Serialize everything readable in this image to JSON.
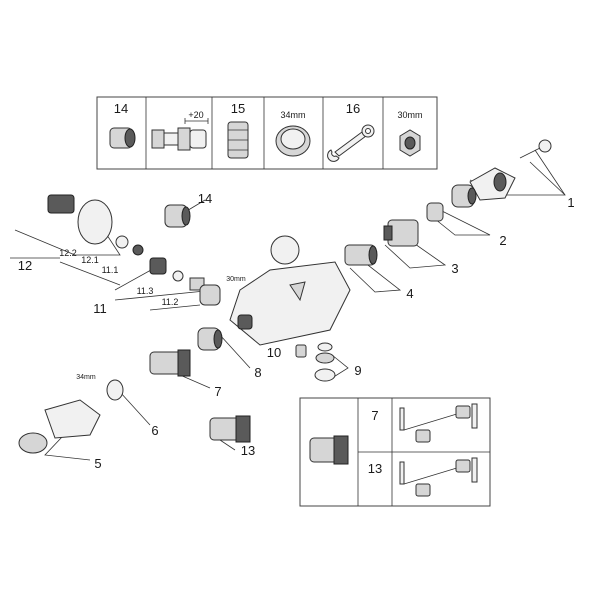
{
  "colors": {
    "line": "#333333",
    "part": "#d6d6d6",
    "part_dark": "#5a5a5a",
    "background": "#ffffff"
  },
  "accessory_box": {
    "cells": [
      {
        "label": "14",
        "note": ""
      },
      {
        "label": "",
        "note": "+20"
      },
      {
        "label": "15",
        "note": ""
      },
      {
        "label": "",
        "note": "34mm"
      },
      {
        "label": "16",
        "note": ""
      },
      {
        "label": "",
        "note": "30mm"
      }
    ]
  },
  "callouts": {
    "c1": "1",
    "c2": "2",
    "c3": "3",
    "c4": "4",
    "c5": "5",
    "c6": "6",
    "c7": "7",
    "c8": "8",
    "c9": "9",
    "c10": "10",
    "c11": "11",
    "c11_1": "11.1",
    "c11_2": "11.2",
    "c11_3": "11.3",
    "c12": "12",
    "c12_1": "12.1",
    "c12_2": "12.2",
    "c13": "13",
    "c14": "14"
  },
  "dimensions": {
    "d30": "30mm",
    "d34": "34mm"
  },
  "inset": {
    "row1_label": "7",
    "row2_label": "13"
  }
}
